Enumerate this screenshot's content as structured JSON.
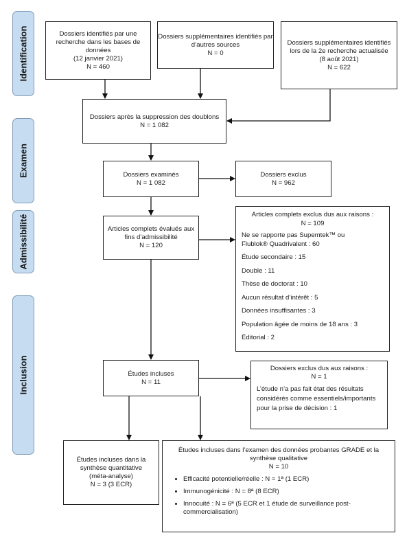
{
  "phases": {
    "identification": "Identification",
    "examen": "Examen",
    "admissibilite": "Admissibilité",
    "inclusion": "Inclusion"
  },
  "boxes": {
    "db_search": "Dossiers identifiés par une recherche dans les bases de données\n(12 janvier 2021)\nN = 460",
    "other_sources": "Dossiers supplémentaires identifiés par d’autres sources\nN = 0",
    "second_search": "Dossiers supplémentaires identifiés lors de la 2e recherche actualisée\n(8 août 2021)\nN = 622",
    "dedup": "Dossiers après la suppression des doublons\nN = 1 082",
    "screened": "Dossiers examinés\nN = 1 082",
    "excluded": "Dossiers exclus\nN = 962",
    "full_text": "Articles complets évalués aux fins d’admissibilité\nN = 120",
    "full_text_excluded": {
      "title": "Articles complets exclus dus aux raisons :\nN = 109",
      "reasons": [
        "Ne se rapporte pas Supemtek™ ou\nFlublok® Quadrivalent : 60",
        "Étude secondaire : 15",
        "Double : 11",
        "Thèse de doctorat : 10",
        "Aucun résultat d’intérêt : 5",
        "Données insuffisantes : 3",
        "Population âgée de moins de 18 ans : 3",
        "Éditorial : 2"
      ]
    },
    "included": "Études incluses\nN = 11",
    "records_excluded": {
      "title": "Dossiers exclus dus aux raisons :\nN = 1",
      "reason": "L’étude n’a pas fait état des résultats considérés comme essentiels/importants pour la prise de décision : 1"
    },
    "quantitative": "Études incluses dans la synthèse quantitative\n(méta-analyse)\nN = 3 (3 ECR)",
    "grade": {
      "title": "Études incluses dans l’examen des données probantes GRADE et la synthèse qualitative\nN = 10",
      "items": [
        "Efficacité potentielle/réelle : N = 1ª (1 ECR)",
        "Immunogénicité : N = 8ª (8 ECR)",
        "Innocuité : N = 6ª (5 ECR et 1 étude de surveillance post-commercialisation)"
      ]
    }
  }
}
